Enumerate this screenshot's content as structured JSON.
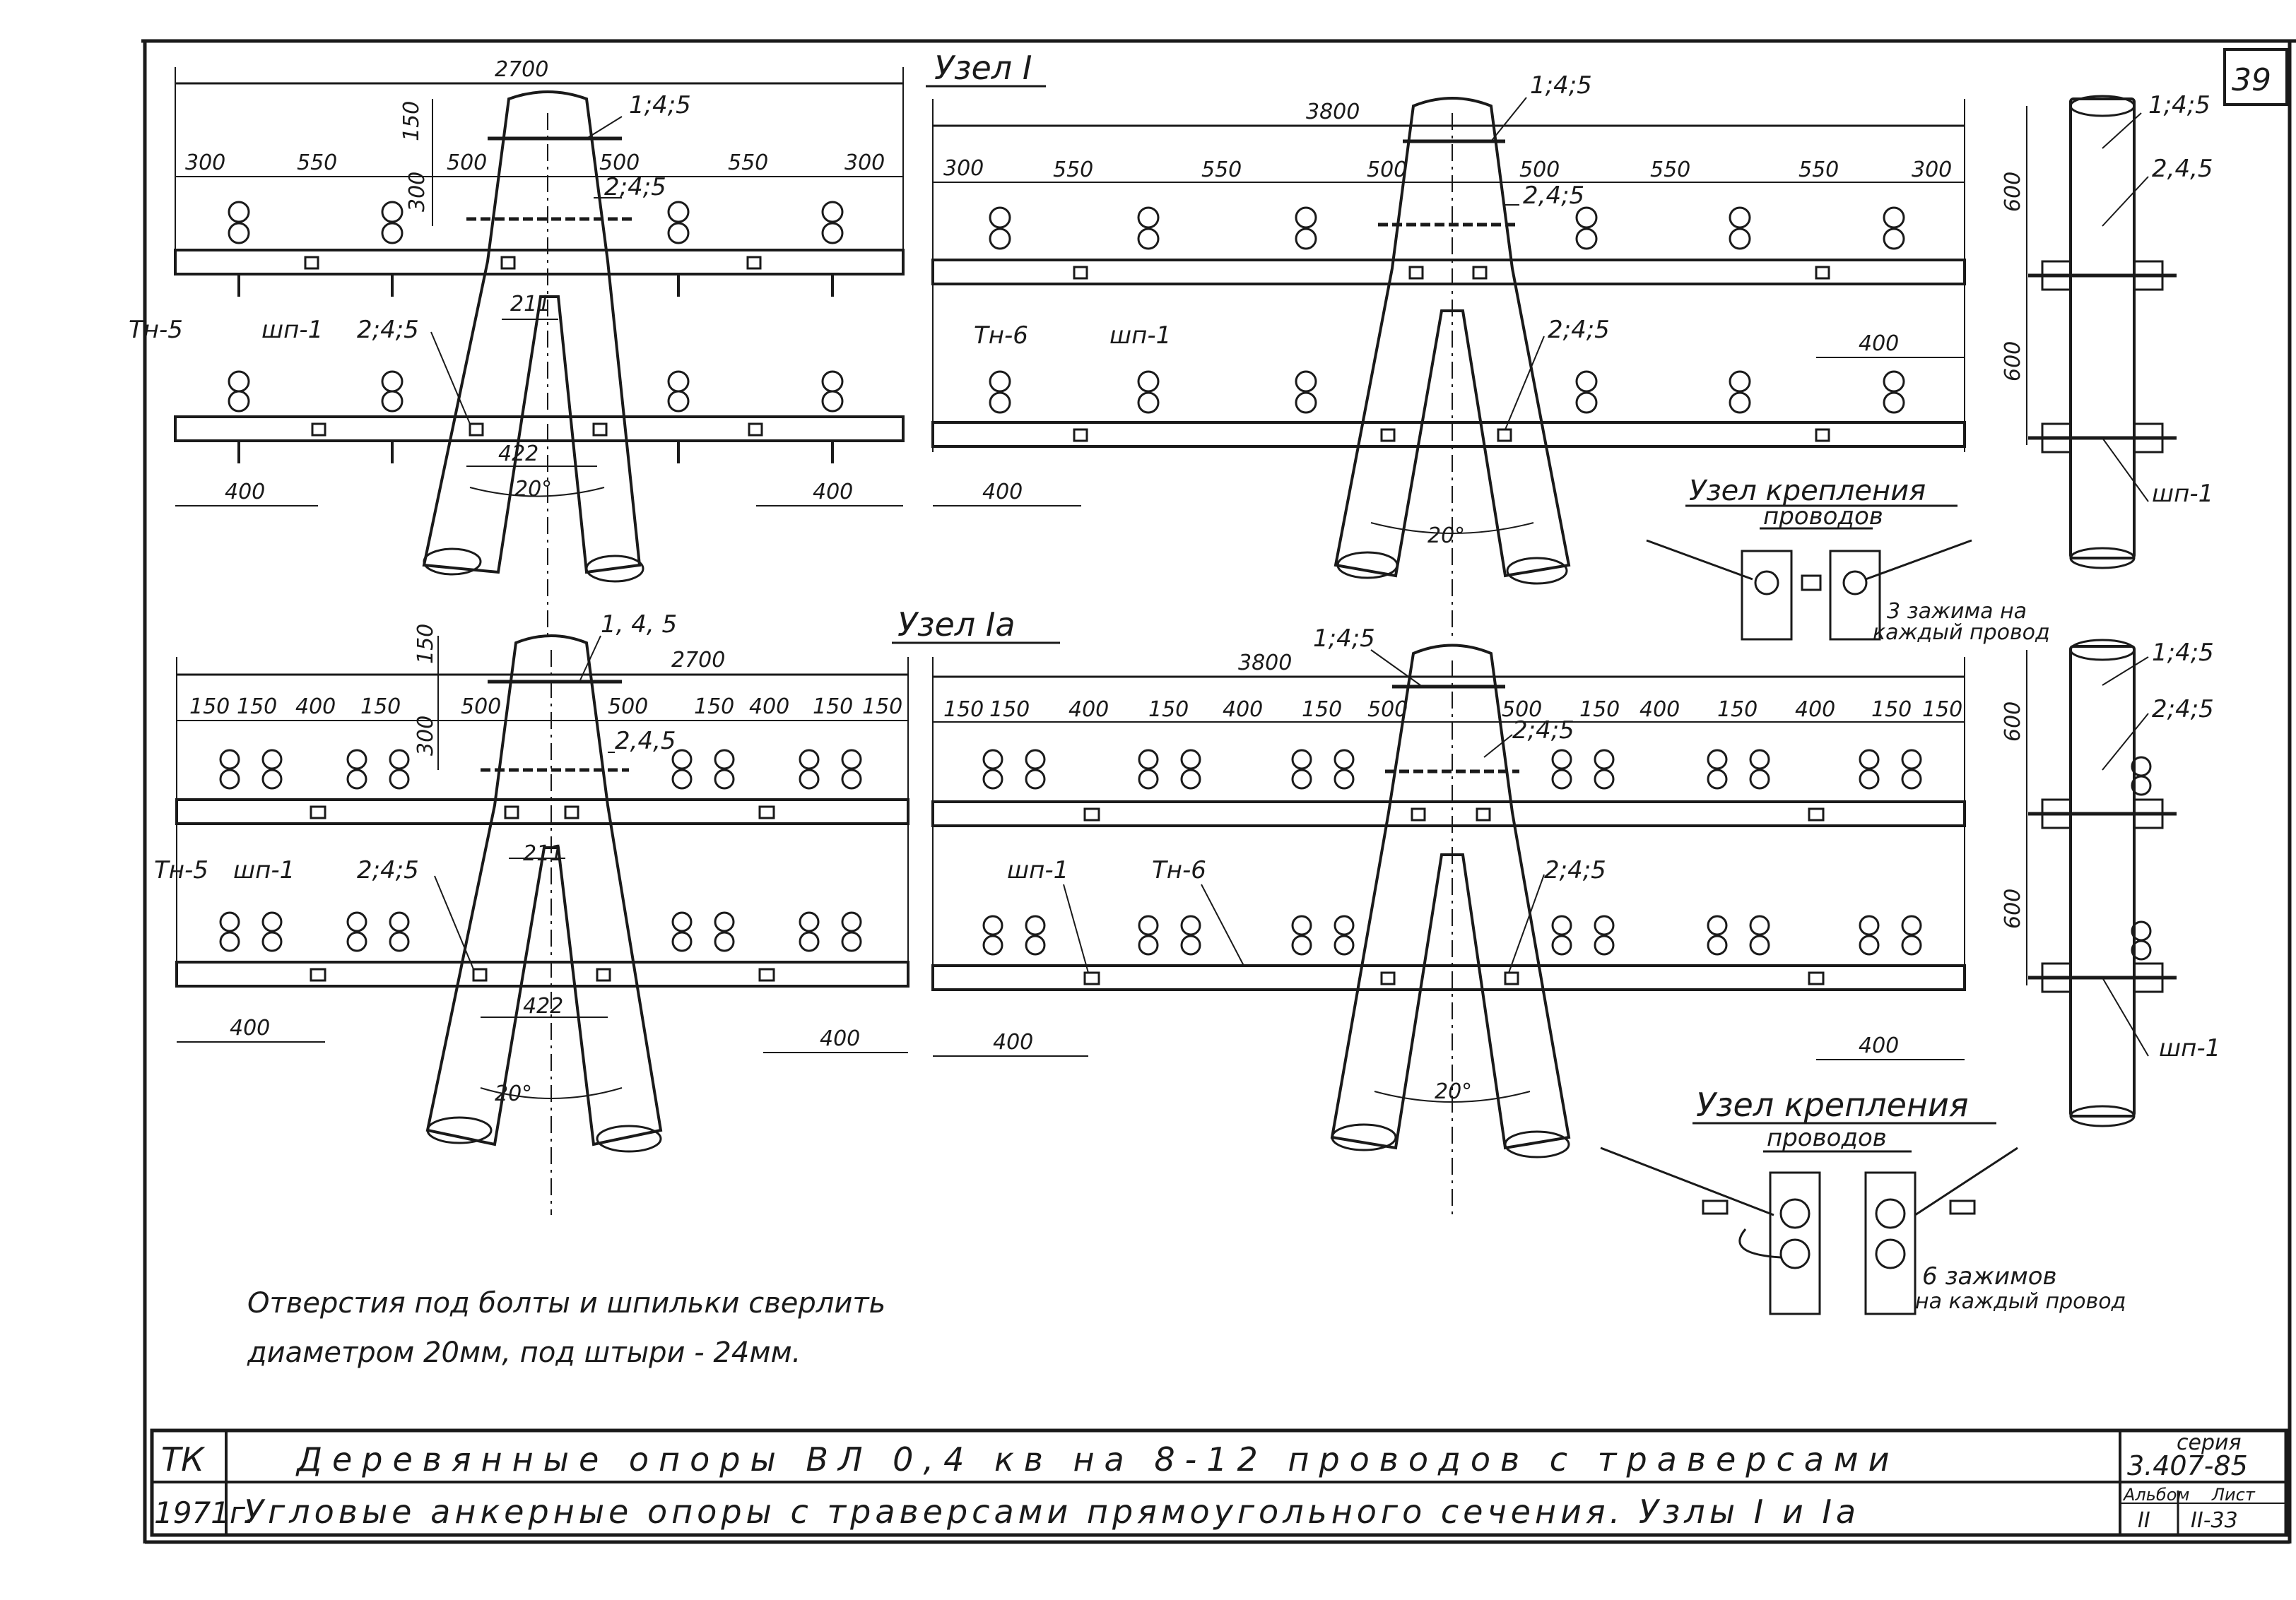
{
  "sheet_number": "39",
  "top_left": {
    "node_title": "Узел I",
    "width": "2700",
    "dims": [
      "300",
      "550",
      "500",
      "500",
      "550",
      "300"
    ],
    "vdims": [
      "150",
      "300"
    ],
    "callouts": {
      "top_bolt": "1;4;5",
      "bolt2": "2;4;5",
      "bolt3": "2;4;5",
      "dist": "211"
    },
    "labels": {
      "tn": "Тн-5",
      "shp": "шп-1"
    },
    "bottom": {
      "left": "400",
      "right": "400",
      "gap": "422",
      "angle": "20°"
    }
  },
  "top_right": {
    "width": "3800",
    "dims": [
      "300",
      "550",
      "550",
      "500",
      "500",
      "550",
      "550",
      "300"
    ],
    "callouts": {
      "top_bolt": "1;4;5",
      "bolt2": "2,4;5",
      "bolt3": "2;4;5"
    },
    "labels": {
      "tn": "Тн-6",
      "shp": "шп-1"
    },
    "bottom": {
      "left": "400",
      "right": "400",
      "angle": "20°"
    }
  },
  "top_side": {
    "v1": "600",
    "v2": "600",
    "c1": "1;4;5",
    "c2": "2,4,5",
    "shp": "шп-1"
  },
  "detail_top": {
    "title": "Узел крепления",
    "subtitle": "проводов",
    "note1": "3 зажима на",
    "note2": "каждый провод"
  },
  "mid_title": "Узел Iа",
  "bottom_left": {
    "width": "2700",
    "dims": [
      "150",
      "150",
      "400",
      "150",
      "500",
      "500",
      "150",
      "400",
      "150",
      "150"
    ],
    "vdims": [
      "150",
      "300"
    ],
    "callouts": {
      "top_bolt": "1, 4, 5",
      "bolt2": "2,4,5",
      "bolt3": "2;4;5",
      "dist": "211"
    },
    "labels": {
      "tn": "Тн-5",
      "shp": "шп-1"
    },
    "bottom": {
      "left": "400",
      "right": "400",
      "gap": "422",
      "angle": "20°"
    }
  },
  "bottom_right": {
    "width": "3800",
    "top_bolt": "1;4;5",
    "dims": [
      "150",
      "150",
      "400",
      "150",
      "400",
      "150",
      "500",
      "500",
      "150",
      "400",
      "150",
      "400",
      "150",
      "150"
    ],
    "callouts": {
      "bolt2": "2;4;5",
      "bolt3": "2;4;5"
    },
    "labels": {
      "tn": "Тн-6",
      "shp": "шп-1"
    },
    "bottom": {
      "left": "400",
      "right": "400",
      "angle": "20°"
    }
  },
  "bottom_side": {
    "v1": "600",
    "v2": "600",
    "c1": "1;4;5",
    "c2": "2;4;5",
    "shp": "шп-1"
  },
  "detail_bottom": {
    "title": "Узел крепления",
    "subtitle": "проводов",
    "note1": "6 зажимов",
    "note2": "на каждый провод"
  },
  "note": {
    "line1": "Отверстия под болты и шпильки сверлить",
    "line2": "диаметром 20мм, под штыри - 24мм."
  },
  "title_block": {
    "org": "ТК",
    "year": "1971г.",
    "main_title": "Деревянные опоры ВЛ 0,4 кв на 8-12 проводов с траверсами",
    "sub_title": "Угловые анкерные опоры с траверсами прямоугольного сечения. Узлы I и Iа",
    "series_label": "серия",
    "series_value": "3.407-85",
    "album_label": "Альбом",
    "album_value": "II",
    "sheet_label": "Лист",
    "sheet_value": "II-33"
  }
}
